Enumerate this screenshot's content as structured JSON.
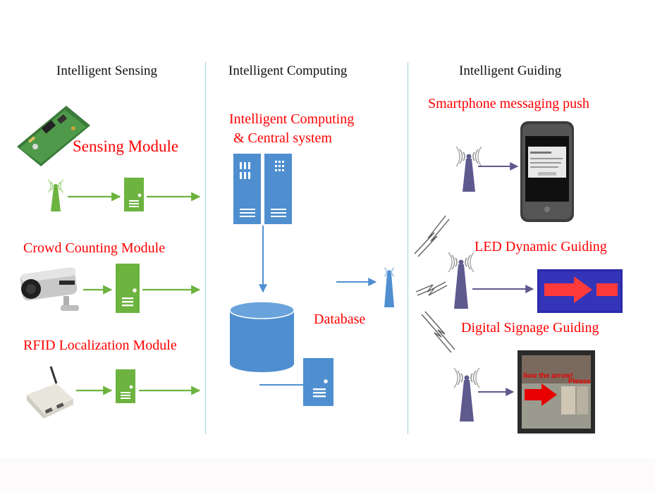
{
  "columns": {
    "sensing": "Intelligent Sensing",
    "computing": "Intelligent Computing",
    "guiding": "Intelligent Guiding"
  },
  "sensing": {
    "module1": "Sensing Module",
    "module2": "Crowd Counting Module",
    "module3": "RFID Localization Module"
  },
  "computing": {
    "central_line1": "Intelligent Computing",
    "central_line2": "& Central system",
    "database": "Database"
  },
  "guiding": {
    "smartphone": "Smartphone messaging  push",
    "led": "LED Dynamic Guiding",
    "signage": "Digital Signage Guiding",
    "signage_screen_text1": "llow the arrow!",
    "signage_screen_text2": "Please"
  },
  "colors": {
    "sensing_green": "#6db33f",
    "computing_blue": "#4f8fd0",
    "guiding_purple": "#5e5a8e",
    "label_red": "#ff0000",
    "divider": "#9ad4dc"
  }
}
